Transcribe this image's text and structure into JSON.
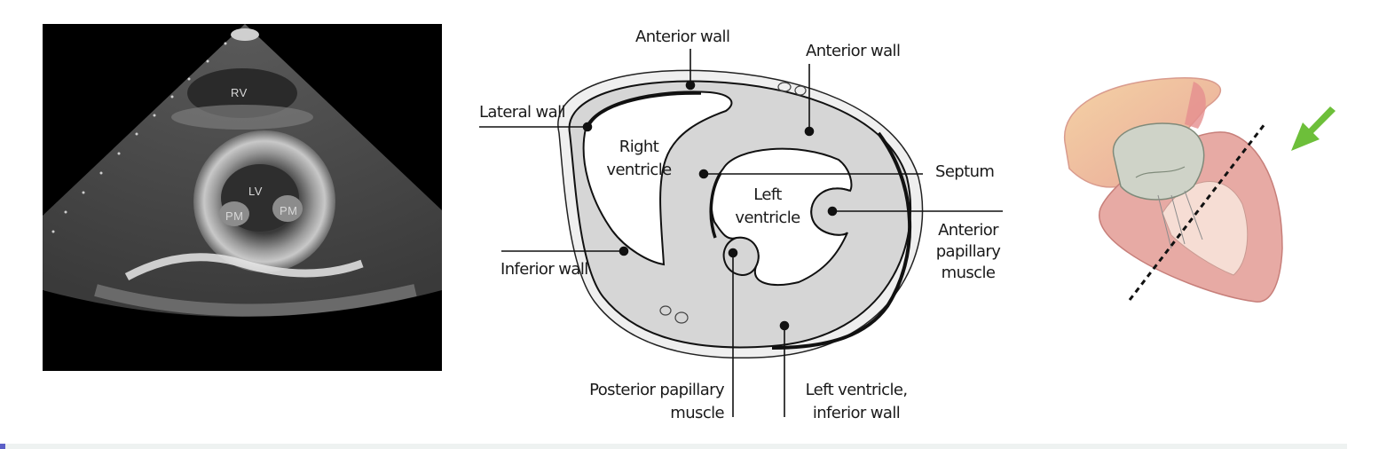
{
  "ultrasound": {
    "label_rv": "RV",
    "label_lv": "LV",
    "label_pm_left": "PM",
    "label_pm_right": "PM"
  },
  "diagram": {
    "anterior_wall_1": "Anterior wall",
    "anterior_wall_2": "Anterior wall",
    "lateral_wall": "Lateral wall",
    "right_ventricle_l1": "Right",
    "right_ventricle_l2": "ventricle",
    "left_ventricle_l1": "Left",
    "left_ventricle_l2": "ventricle",
    "septum": "Septum",
    "anterior_papillary_l1": "Anterior",
    "anterior_papillary_l2": "papillary",
    "anterior_papillary_l3": "muscle",
    "inferior_wall": "Inferior wall",
    "posterior_papillary_l1": "Posterior papillary",
    "posterior_papillary_l2": "muscle",
    "lv_inferior_l1": "Left ventricle,",
    "lv_inferior_l2": "inferior wall"
  },
  "colors": {
    "myocardium": "#d6d6d6",
    "outline": "#111111",
    "arrow": "#6dbf3a",
    "heart_atria": "#f2c39e",
    "heart_ventricle": "#e7aaa4"
  }
}
